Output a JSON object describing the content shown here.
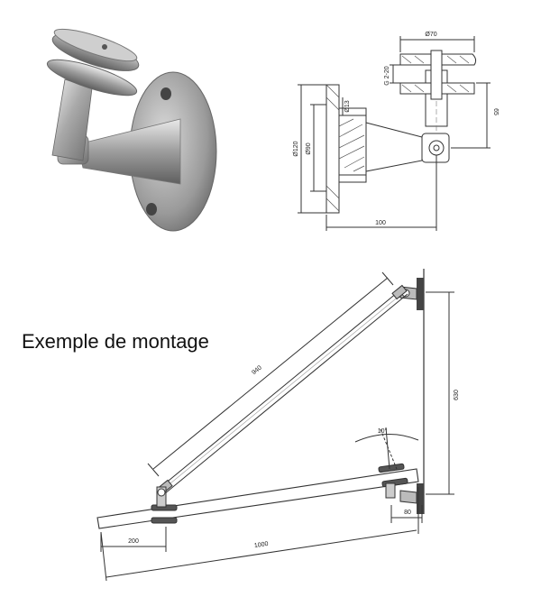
{
  "caption": "Exemple de montage",
  "top_drawing": {
    "dim_disc_diameter": "Ø70",
    "dim_glass_thickness": "G 2-20",
    "dim_hole": "Ø13",
    "dim_base_outer": "Ø120",
    "dim_base_inner": "Ø90",
    "dim_height": "65",
    "dim_length": "100"
  },
  "montage": {
    "dim_rod_length": "940",
    "dim_height": "630",
    "dim_angle": "10°",
    "dim_offset": "80",
    "dim_overhang": "200",
    "dim_glass_length": "1000"
  }
}
